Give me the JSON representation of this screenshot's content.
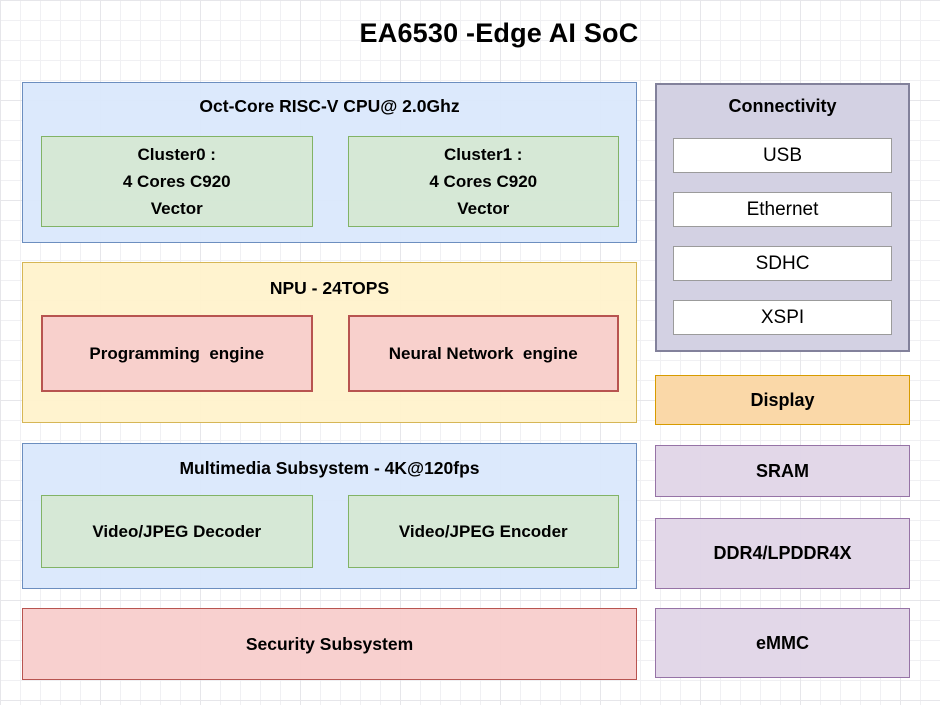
{
  "title": "EA6530 -Edge AI SoC",
  "cpu": {
    "title": "Oct-Core RISC-V CPU@ 2.0Ghz",
    "cluster0": "Cluster0 :\n4 Cores C920\nVector",
    "cluster1": "Cluster1 :\n4 Cores C920\nVector"
  },
  "npu": {
    "title": "NPU - 24TOPS",
    "programming_engine": "Programming  engine",
    "neural_engine": "Neural Network  engine"
  },
  "multimedia": {
    "title": "Multimedia Subsystem - 4K@120fps",
    "decoder": "Video/JPEG Decoder",
    "encoder": "Video/JPEG Encoder"
  },
  "security": {
    "title": "Security Subsystem"
  },
  "connectivity": {
    "title": "Connectivity",
    "items": [
      "USB",
      "Ethernet",
      "SDHC",
      "XSPI"
    ]
  },
  "display": {
    "label": "Display"
  },
  "sram": {
    "label": "SRAM"
  },
  "ddr": {
    "label": "DDR4/LPDDR4X"
  },
  "emmc": {
    "label": "eMMC"
  },
  "colors": {
    "cpu_fill": "#dae8fc",
    "cpu_border": "#6c8ebf",
    "cluster_fill": "#d5e8d4",
    "cluster_border": "#82b366",
    "npu_fill": "#fff2cc",
    "npu_border": "#d6b656",
    "engine_fill": "#f8cecc",
    "engine_border": "#b85450",
    "security_fill": "#f8cecc",
    "security_border": "#b85450",
    "connectivity_fill": "#d2d0e2",
    "connectivity_border": "#82819b",
    "connectivity_item_fill": "#ffffff",
    "connectivity_item_border": "#9b9b9b",
    "display_fill": "#fad7a5",
    "display_border": "#d79b00",
    "memory_fill": "#e1d5e7",
    "memory_border": "#9673a6",
    "text": "#000000",
    "background": "#ffffff"
  }
}
